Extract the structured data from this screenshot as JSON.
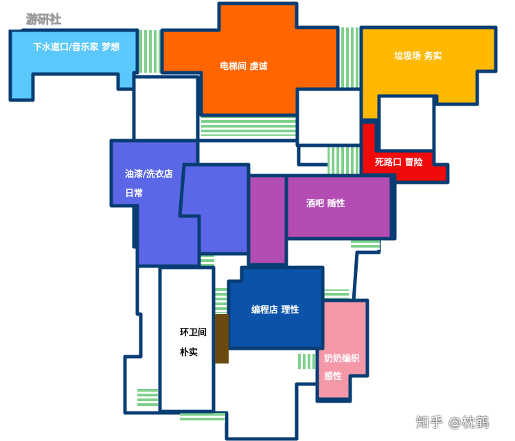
{
  "watermark": {
    "text": "游研社"
  },
  "credit": {
    "text": "知乎 @枕鹤"
  },
  "colors": {
    "wall": "#083D74",
    "corridor_stripe": "#7ED08C",
    "plumbing": "#5AC8FA",
    "elevator": "#FF6600",
    "dump": "#FFB800",
    "deadend": "#F00A0A",
    "laundry": "#5B67E6",
    "bar": "#B34CB3",
    "shop": "#0A53A8",
    "knit": "#F498A8",
    "door": "#6B4A12"
  },
  "rooms": {
    "plumbing": {
      "lines": [
        "下水道口/音乐家 梦想"
      ]
    },
    "elevator": {
      "lines": [
        "电梯间 虔诚"
      ]
    },
    "dump": {
      "lines": [
        "垃圾场 务实"
      ]
    },
    "deadend": {
      "lines": [
        "死路口 冒险"
      ]
    },
    "laundry": {
      "lines": [
        "油漆/洗衣店",
        "日常"
      ]
    },
    "bar": {
      "lines": [
        "酒吧 随性"
      ]
    },
    "shop": {
      "lines": [
        "编程店 理性"
      ]
    },
    "restroom": {
      "lines": [
        "环卫间",
        "朴实"
      ]
    },
    "knit": {
      "lines": [
        "奶奶编织",
        "感性"
      ]
    }
  }
}
